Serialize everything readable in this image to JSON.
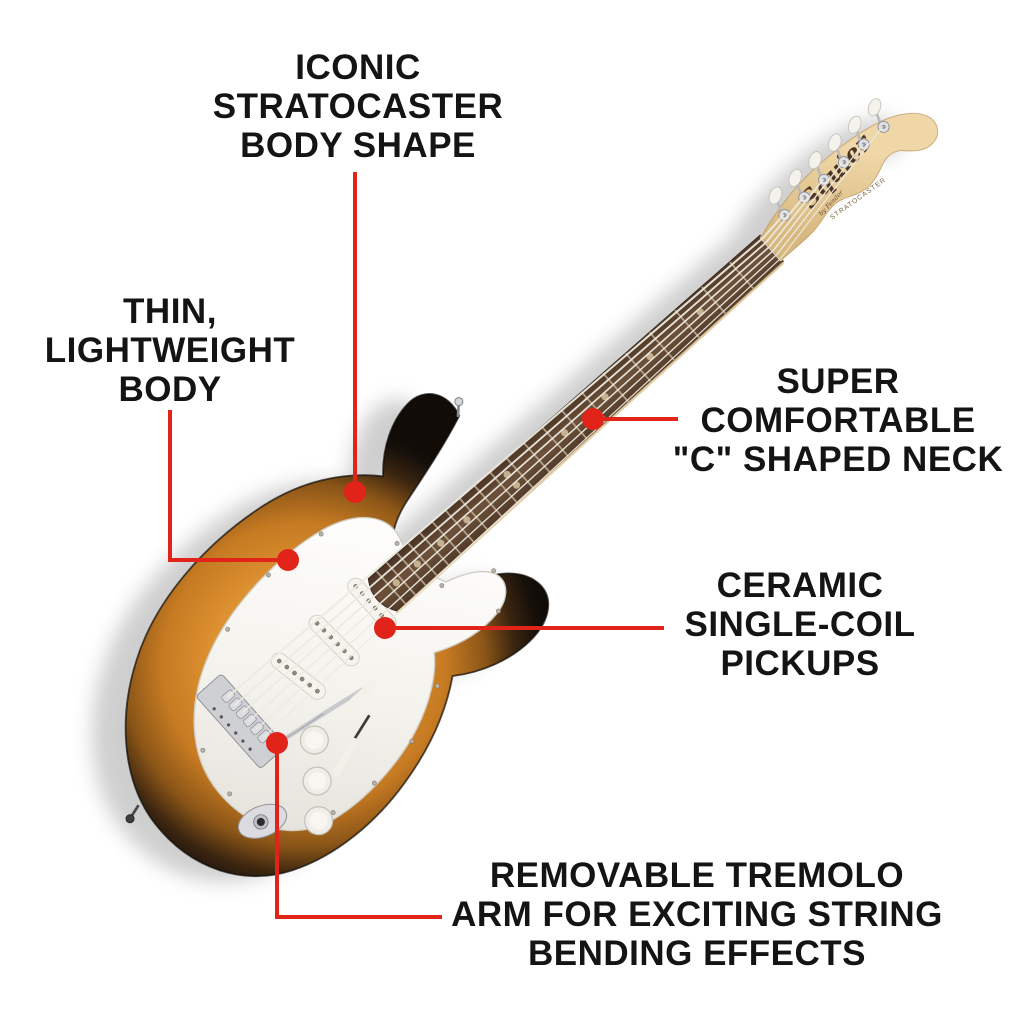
{
  "page": {
    "background_color": "#ffffff",
    "accent_color": "#e2231a",
    "text_color": "#141414"
  },
  "callouts": [
    {
      "id": "body-shape",
      "lines": [
        "ICONIC",
        "STRATOCASTER",
        "BODY SHAPE"
      ]
    },
    {
      "id": "lightweight-body",
      "lines": [
        "THIN,",
        "LIGHTWEIGHT",
        "BODY"
      ]
    },
    {
      "id": "c-shaped-neck",
      "lines": [
        "SUPER",
        "COMFORTABLE",
        "\"C\" SHAPED NECK"
      ]
    },
    {
      "id": "pickups",
      "lines": [
        "CERAMIC",
        "SINGLE-COIL",
        "PICKUPS"
      ]
    },
    {
      "id": "tremolo-arm",
      "lines": [
        "REMOVABLE TREMOLO",
        "ARM FOR EXCITING STRING",
        "BENDING EFFECTS"
      ]
    }
  ],
  "guitar": {
    "logo": "Squier",
    "logo_sub": "by Fender",
    "logo_model": "STRATOCASTER",
    "finish": {
      "center": "#e0a23c",
      "mid": "#c67a22",
      "edge": "#17100a"
    },
    "pickguard_color": "#f4f2ec",
    "fretboard_color": "#5f4634"
  }
}
